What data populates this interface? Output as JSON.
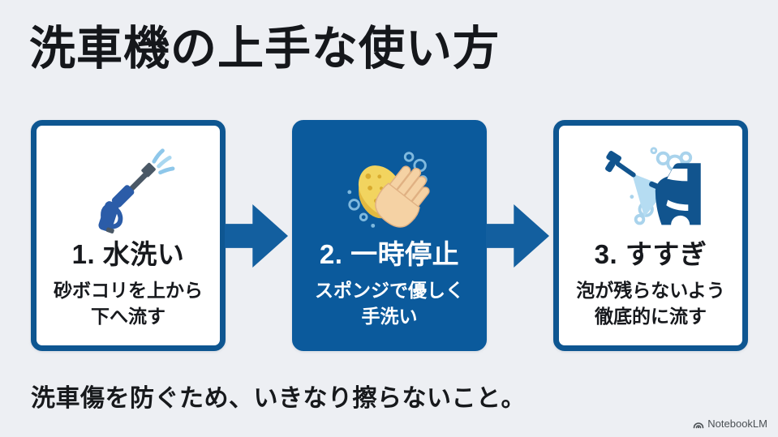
{
  "title": "洗車機の上手な使い方",
  "steps": [
    {
      "heading": "1. 水洗い",
      "desc_line1": "砂ボコリを上から",
      "desc_line2": "下へ流す",
      "icon": "spray-gun-icon",
      "variant": "outline"
    },
    {
      "heading": "2. 一時停止",
      "desc_line1": "スポンジで優しく",
      "desc_line2": "手洗い",
      "icon": "sponge-hand-wash-icon",
      "variant": "filled"
    },
    {
      "heading": "3. すすぎ",
      "desc_line1": "泡が残らないよう",
      "desc_line2": "徹底的に流す",
      "icon": "car-rinse-icon",
      "variant": "outline"
    }
  ],
  "footer_note": "洗車傷を防ぐため、いきなり擦らないこと。",
  "watermark": "NotebookLM",
  "colors": {
    "background": "#edeff3",
    "primary_blue": "#0e5691",
    "card_fill_blue": "#0b5a9c",
    "arrow_blue": "#135f9f",
    "light_blue_water": "#8ec7ea",
    "pale_blue_foam": "#a9d3ec",
    "sponge_yellow": "#f2d45f",
    "hand_skin": "#f5d2a4",
    "text_dark": "#17191c",
    "watermark_gray": "#4b5054"
  }
}
